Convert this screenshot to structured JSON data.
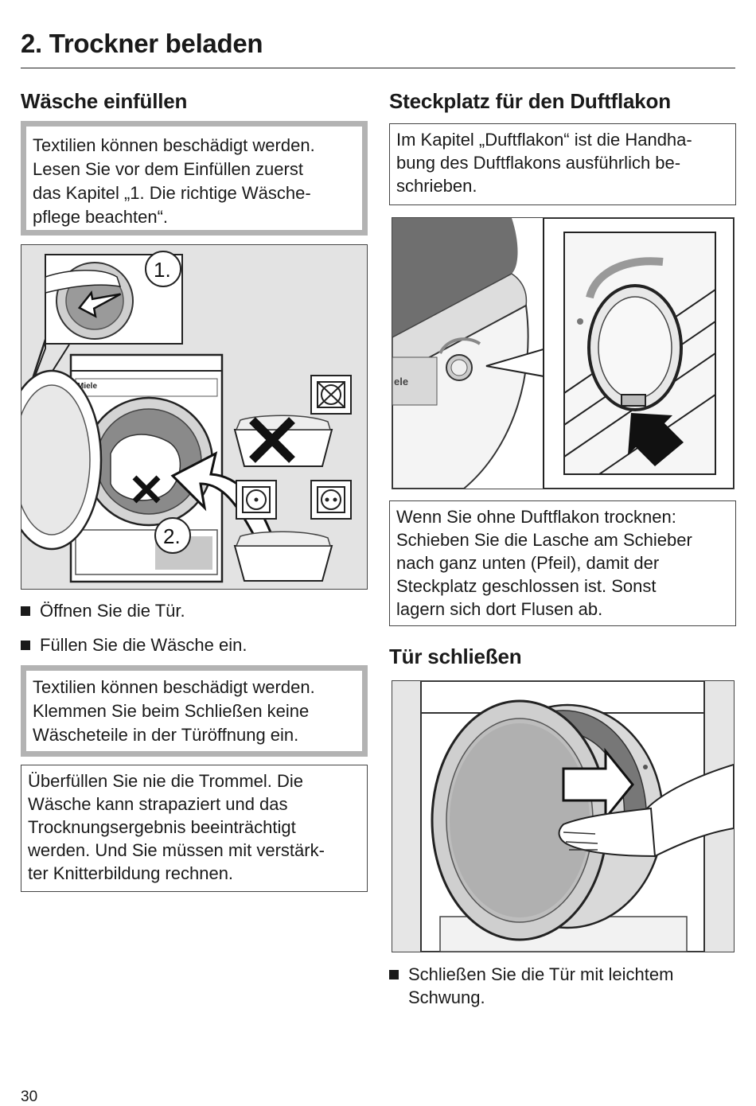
{
  "page": {
    "title": "2. Trockner beladen",
    "number": "30"
  },
  "left": {
    "heading": "Wäsche einfüllen",
    "warning1": [
      "Textilien können beschädigt werden.",
      "Lesen Sie vor dem Einfüllen zuerst",
      "das Kapitel „1. Die richtige Wäsche-",
      "pflege beachten“."
    ],
    "figure": {
      "brand": "Miele",
      "step1": "1.",
      "step2": "2."
    },
    "bullets": [
      "Öffnen Sie die Tür.",
      "Füllen Sie die Wäsche ein."
    ],
    "warning2": [
      "Textilien können beschädigt werden.",
      "Klemmen Sie beim Schließen keine",
      "Wäscheteile in der Türöffnung ein."
    ],
    "note": [
      "Überfüllen Sie nie die Trommel. Die",
      "Wäsche kann strapaziert und das",
      "Trocknungsergebnis beeinträchtigt",
      "werden. Und Sie müssen mit verstärk-",
      "ter Knitterbildung rechnen."
    ]
  },
  "right": {
    "heading1": "Steckplatz für den Duftflakon",
    "note1": [
      "Im Kapitel „Duftflakon“ ist die Handha-",
      "bung des Duftflakons ausführlich be-",
      "schrieben."
    ],
    "figure1": {
      "brand_fragment": "ele"
    },
    "note2": [
      "Wenn Sie ohne Duftflakon trocknen:",
      "Schieben Sie die Lasche am Schieber",
      "nach ganz unten (Pfeil), damit der",
      "Steckplatz geschlossen ist. Sonst",
      "lagern sich dort Flusen ab."
    ],
    "heading2": "Tür schließen",
    "bullets": [
      "Schließen Sie die Tür mit leichtem",
      "Schwung."
    ]
  }
}
